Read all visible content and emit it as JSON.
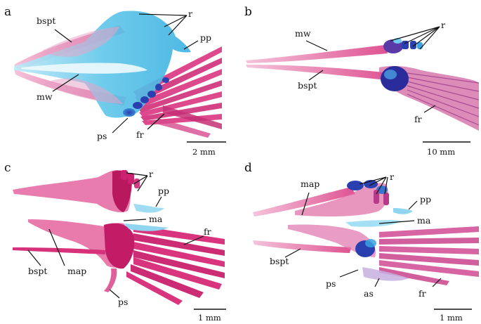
{
  "panels": [
    {
      "id": "a",
      "labels": {
        "r": "r",
        "bspt": "bspt",
        "pp": "pp",
        "mw": "mw",
        "ps": "ps",
        "fr": "fr"
      },
      "scale_bar": "2 mm"
    },
    {
      "id": "b",
      "labels": {
        "r": "r",
        "mw": "mw",
        "bspt": "bspt",
        "fr": "fr"
      },
      "scale_bar": "10 mm"
    },
    {
      "id": "c",
      "labels": {
        "r": "r",
        "pp": "pp",
        "ma": "ma",
        "fr": "fr",
        "bspt": "bspt",
        "map": "map",
        "ps": "ps"
      },
      "scale_bar": "1 mm"
    },
    {
      "id": "d",
      "labels": {
        "map": "map",
        "r": "r",
        "pp": "pp",
        "ma": "ma",
        "bspt": "bspt",
        "ps": "ps",
        "as": "as",
        "fr": "fr"
      },
      "scale_bar": "1 mm"
    }
  ],
  "colors": {
    "bone": "#d9357f",
    "bone_light": "#ea8fbb",
    "bone_dark": "#b8185e",
    "cartilage": "#58c3e8",
    "cartilage_light": "#a9e3f5",
    "cartilage_dark": "#2a6fc9",
    "deep_blue": "#1c2f9e",
    "purple": "#7a3f9a",
    "line": "#111111"
  }
}
